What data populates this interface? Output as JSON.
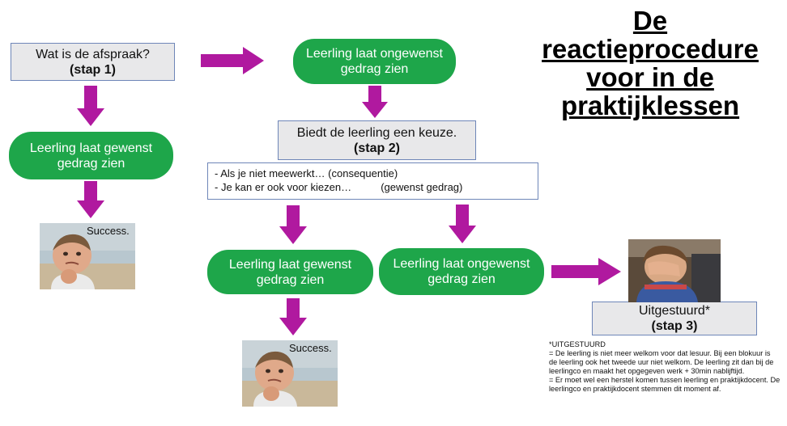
{
  "title": {
    "line1": "De",
    "line2": "reactieprocedure",
    "line3": "voor in de",
    "line4": "praktijklessen"
  },
  "step1": {
    "question": "Wat is de afspraak?",
    "step": "(stap 1)"
  },
  "pill_ongewenst_top": "Leerling laat ongewenst gedrag zien",
  "pill_gewenst_left": "Leerling laat gewenst gedrag zien",
  "step2": {
    "question": "Biedt de leerling een keuze.",
    "step": "(stap 2)"
  },
  "options": {
    "line1": "- Als je niet meewerkt… (consequentie)",
    "line2": "- Je kan er ook voor kiezen…          (gewenst gedrag)"
  },
  "pill_gewenst_bottom": "Leerling laat gewenst gedrag zien",
  "pill_ongewenst_bottom": "Leerling laat ongewenst gedrag zien",
  "success_label": "Success.",
  "step3": {
    "label": "Uitgestuurd*",
    "step": "(stap 3)"
  },
  "footnote": {
    "heading": "*UITGESTUURD",
    "para1": "= De leerling is niet meer welkom voor dat lesuur. Bij een blokuur is de leerling ook het tweede uur niet welkom. De leerling zit dan bij de leerlingco en maakt het opgegeven werk + 30min nablijftijd.",
    "para2": "= Er moet wel een herstel komen tussen leerling en praktijkdocent. De leerlingco en praktijkdocent stemmen dit moment af."
  },
  "colors": {
    "green": "#1ea64a",
    "magenta": "#b0199f",
    "box_bg": "#e8e8ea",
    "box_border": "#6e86b8"
  }
}
